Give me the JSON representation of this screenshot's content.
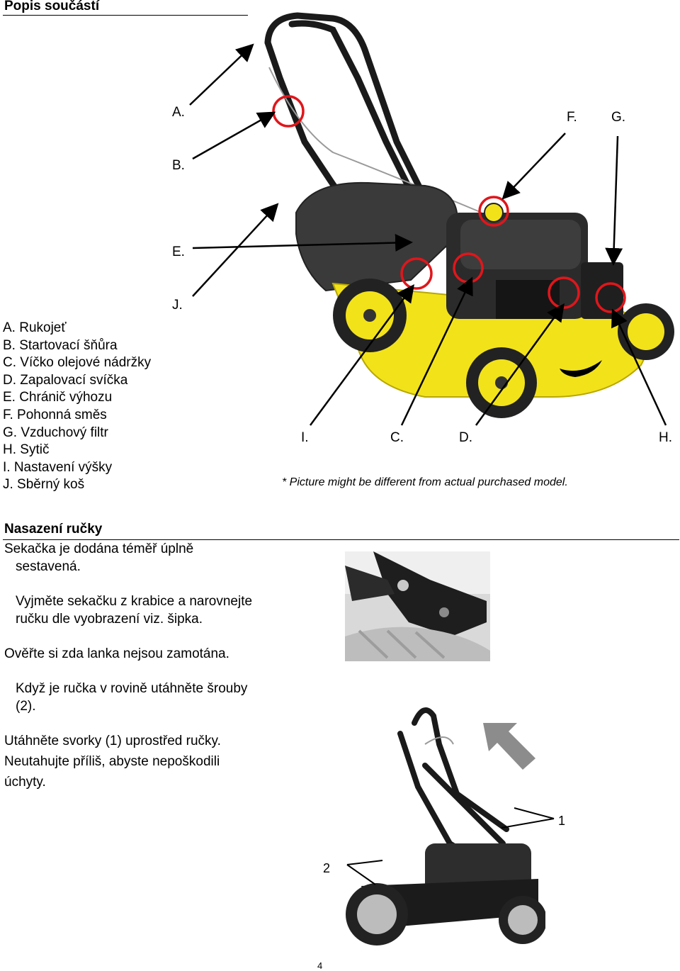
{
  "header": {
    "title": "Popis součástí"
  },
  "callouts": {
    "A": "A.",
    "B": "B.",
    "E": "E.",
    "J": "J.",
    "F": "F.",
    "G": "G.",
    "I": "I.",
    "C": "C.",
    "D": "D.",
    "H": "H."
  },
  "parts_list": [
    "A. Rukojeť",
    "B. Startovací šňůra",
    "C. Víčko olejové nádržky",
    "D. Zapalovací svíčka",
    "E. Chránič výhozu",
    "F. Pohonná směs",
    "G. Vzduchový filtr",
    "H. Sytič",
    "I. Nastavení výšky",
    "J. Sběrný koš"
  ],
  "picture_note": "* Picture might be different from actual purchased model.",
  "section": {
    "title": "Nasazení ručky",
    "p1_line1": "Sekačka je dodána téměř úplně",
    "p1_line2": "sestavená.",
    "p2_line1": "Vyjměte sekačku z krabice a narovnejte",
    "p2_line2": "ručku dle vyobrazení viz. šipka.",
    "p3": "Ověřte si zda lanka nejsou zamotána.",
    "p4_line1": "Když je ručka v rovině utáhněte šrouby",
    "p4_line2": "(2).",
    "p5_line1": "Utáhněte svorky (1) uprostřed ručky.",
    "p5_line2": "Neutahujte příliš, abyste nepoškodili",
    "p5_line3": "úchyty."
  },
  "figure2_labels": {
    "one": "1",
    "two": "2"
  },
  "page_number": "4",
  "colors": {
    "mower_yellow": "#f2e21a",
    "engine_dark": "#2b2b2b",
    "highlight_red": "#e0161b",
    "arrow_gray": "#8c8c8c"
  }
}
